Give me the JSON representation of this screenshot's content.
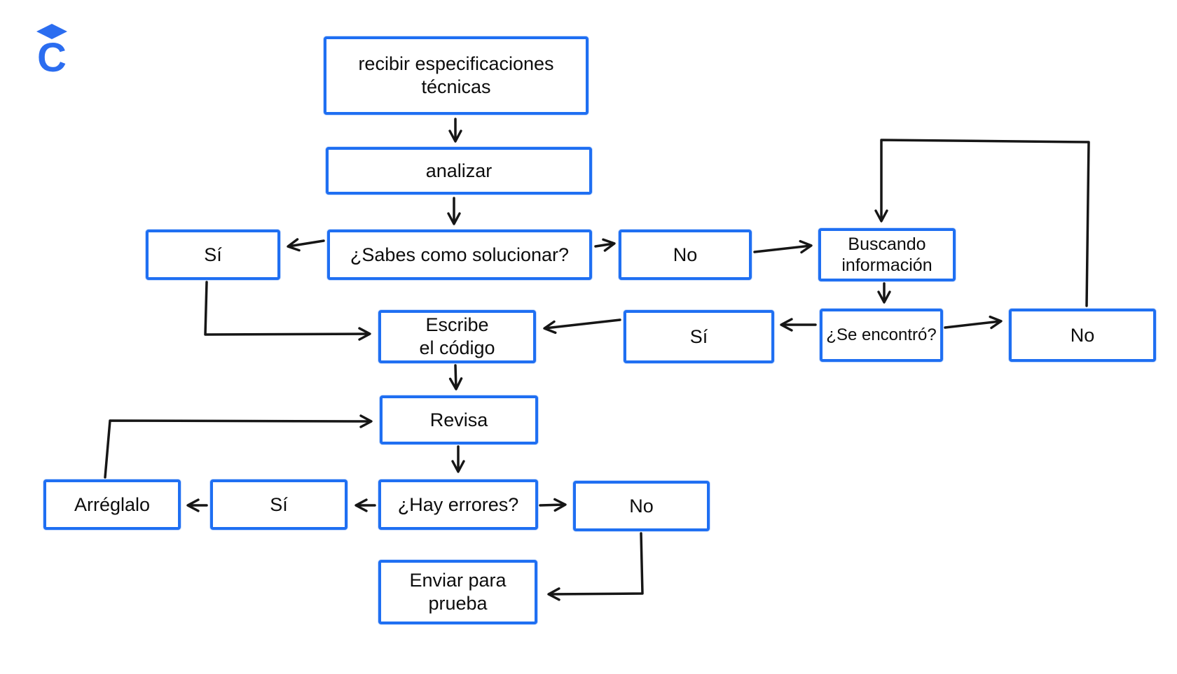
{
  "page": {
    "background": "#ffffff"
  },
  "logo": {
    "name": "chegg-logo",
    "letter": "C",
    "color": "#2b6df0"
  },
  "colors": {
    "box_border": "#1f6ff2",
    "arrow": "#161616",
    "text": "#0d0d0d"
  },
  "flowchart": {
    "nodes": [
      {
        "id": "receive",
        "label": "recibir especificaciones\ntécnicas"
      },
      {
        "id": "analyze",
        "label": "analizar"
      },
      {
        "id": "yes1",
        "label": "Sí"
      },
      {
        "id": "know",
        "label": "¿Sabes como solucionar?"
      },
      {
        "id": "no1",
        "label": "No"
      },
      {
        "id": "search",
        "label": "Buscando\ninformación"
      },
      {
        "id": "write",
        "label": "Escribe\nel código"
      },
      {
        "id": "yes2",
        "label": "Sí"
      },
      {
        "id": "found",
        "label": "¿Se encontró?"
      },
      {
        "id": "no2",
        "label": "No"
      },
      {
        "id": "review",
        "label": "Revisa"
      },
      {
        "id": "fix",
        "label": "Arréglalo"
      },
      {
        "id": "yes3",
        "label": "Sí"
      },
      {
        "id": "errors",
        "label": "¿Hay errores?"
      },
      {
        "id": "no3",
        "label": "No"
      },
      {
        "id": "send",
        "label": "Enviar para\nprueba"
      }
    ],
    "edges": [
      {
        "from": "receive",
        "to": "analyze"
      },
      {
        "from": "analyze",
        "to": "know"
      },
      {
        "from": "know",
        "to": "yes1"
      },
      {
        "from": "know",
        "to": "no1"
      },
      {
        "from": "no1",
        "to": "search"
      },
      {
        "from": "no2",
        "to": "search"
      },
      {
        "from": "search",
        "to": "found"
      },
      {
        "from": "found",
        "to": "yes2"
      },
      {
        "from": "found",
        "to": "no2"
      },
      {
        "from": "yes2",
        "to": "write"
      },
      {
        "from": "yes1",
        "to": "write"
      },
      {
        "from": "write",
        "to": "review"
      },
      {
        "from": "fix",
        "to": "review"
      },
      {
        "from": "review",
        "to": "errors"
      },
      {
        "from": "errors",
        "to": "yes3"
      },
      {
        "from": "yes3",
        "to": "fix"
      },
      {
        "from": "errors",
        "to": "no3"
      },
      {
        "from": "no3",
        "to": "send"
      }
    ]
  }
}
